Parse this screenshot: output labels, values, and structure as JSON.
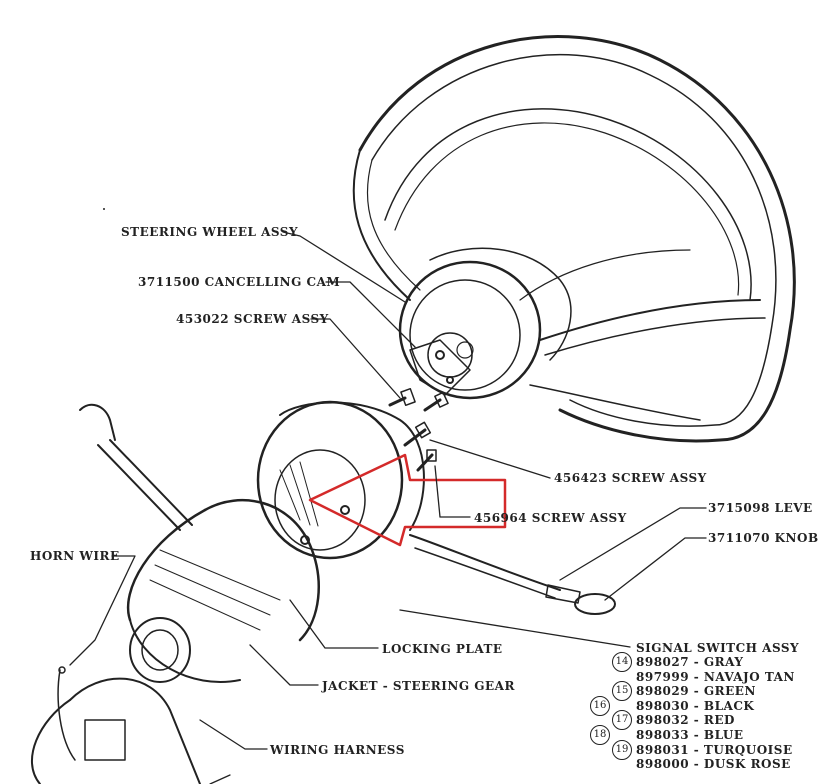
{
  "labels": {
    "steering_wheel_assy": "STEERING WHEEL ASSY",
    "cancelling_cam": "3711500 CANCELLING CAM",
    "screw_assy_453022": "453022 SCREW ASSY",
    "screw_assy_456423": "456423 SCREW ASSY",
    "screw_assy_456964": "456964 SCREW ASSY",
    "lever": "3715098 LEVE",
    "knob": "3711070 KNOB",
    "horn_wire": "HORN WIRE",
    "locking_plate": "LOCKING PLATE",
    "jacket": "JACKET - STEERING GEAR",
    "wiring_harness": "WIRING HARNESS",
    "signal_switch": "SIGNAL SWITCH ASSY"
  },
  "color_list": [
    {
      "num": "14",
      "text": "898027 - GRAY"
    },
    {
      "num": "",
      "text": "897999 - NAVAJO TAN"
    },
    {
      "num": "15",
      "text": "898029 - GREEN"
    },
    {
      "num": "16",
      "text": "898030 - BLACK"
    },
    {
      "num": "17",
      "text": "898032 - RED"
    },
    {
      "num": "18",
      "text": "898033 - BLUE"
    },
    {
      "num": "19",
      "text": "898031 - TURQUOISE"
    },
    {
      "num": "",
      "text": "898000 - DUSK ROSE"
    }
  ],
  "colors": {
    "ink": "#222222",
    "highlight": "#d42a2a",
    "background": "#ffffff"
  }
}
